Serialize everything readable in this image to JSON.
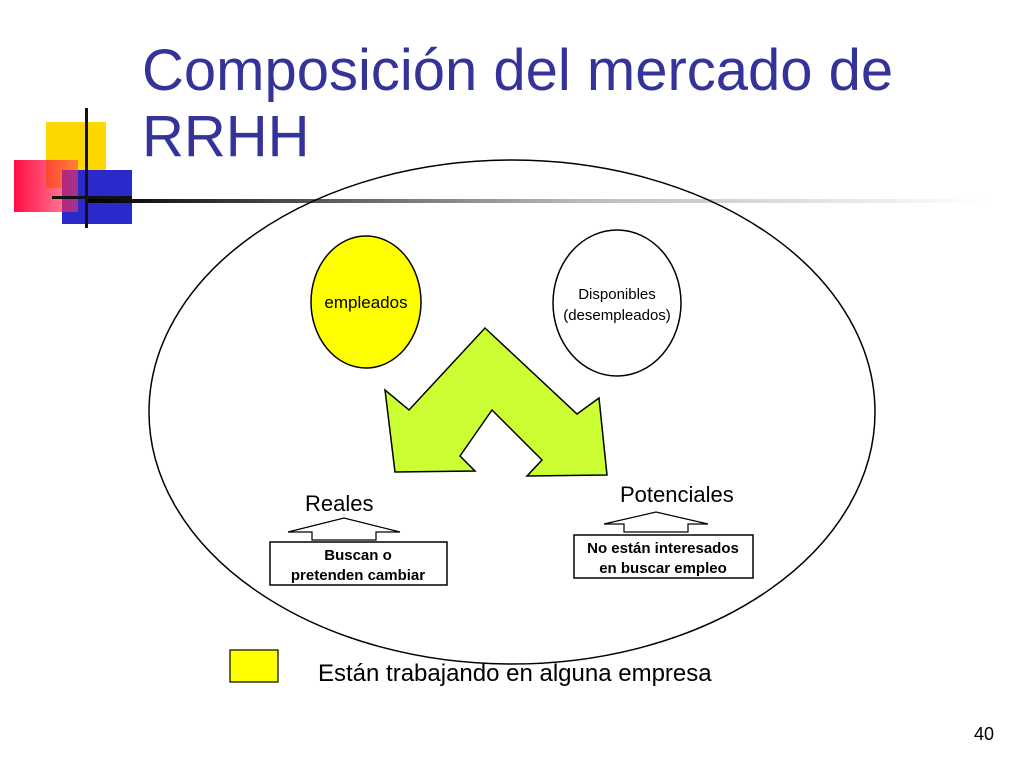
{
  "slide": {
    "title_lines": [
      "Composición del mercado de",
      "RRHH"
    ],
    "page_number": "40"
  },
  "diagram": {
    "employed_label": "empleados",
    "available_label_lines": [
      "Disponibles",
      "(desempleados)"
    ],
    "real_label": "Reales",
    "potential_label": "Potenciales",
    "real_box_lines": [
      "Buscan o",
      "pretenden cambiar"
    ],
    "potential_box_lines": [
      "No están interesados",
      "en buscar empleo"
    ]
  },
  "legend": {
    "text": "Están trabajando en alguna empresa",
    "swatch_color": "#ffff00"
  },
  "colors": {
    "title": "#33339a",
    "employed_fill": "#ffff00",
    "arrow_fill": "#ccff33"
  }
}
